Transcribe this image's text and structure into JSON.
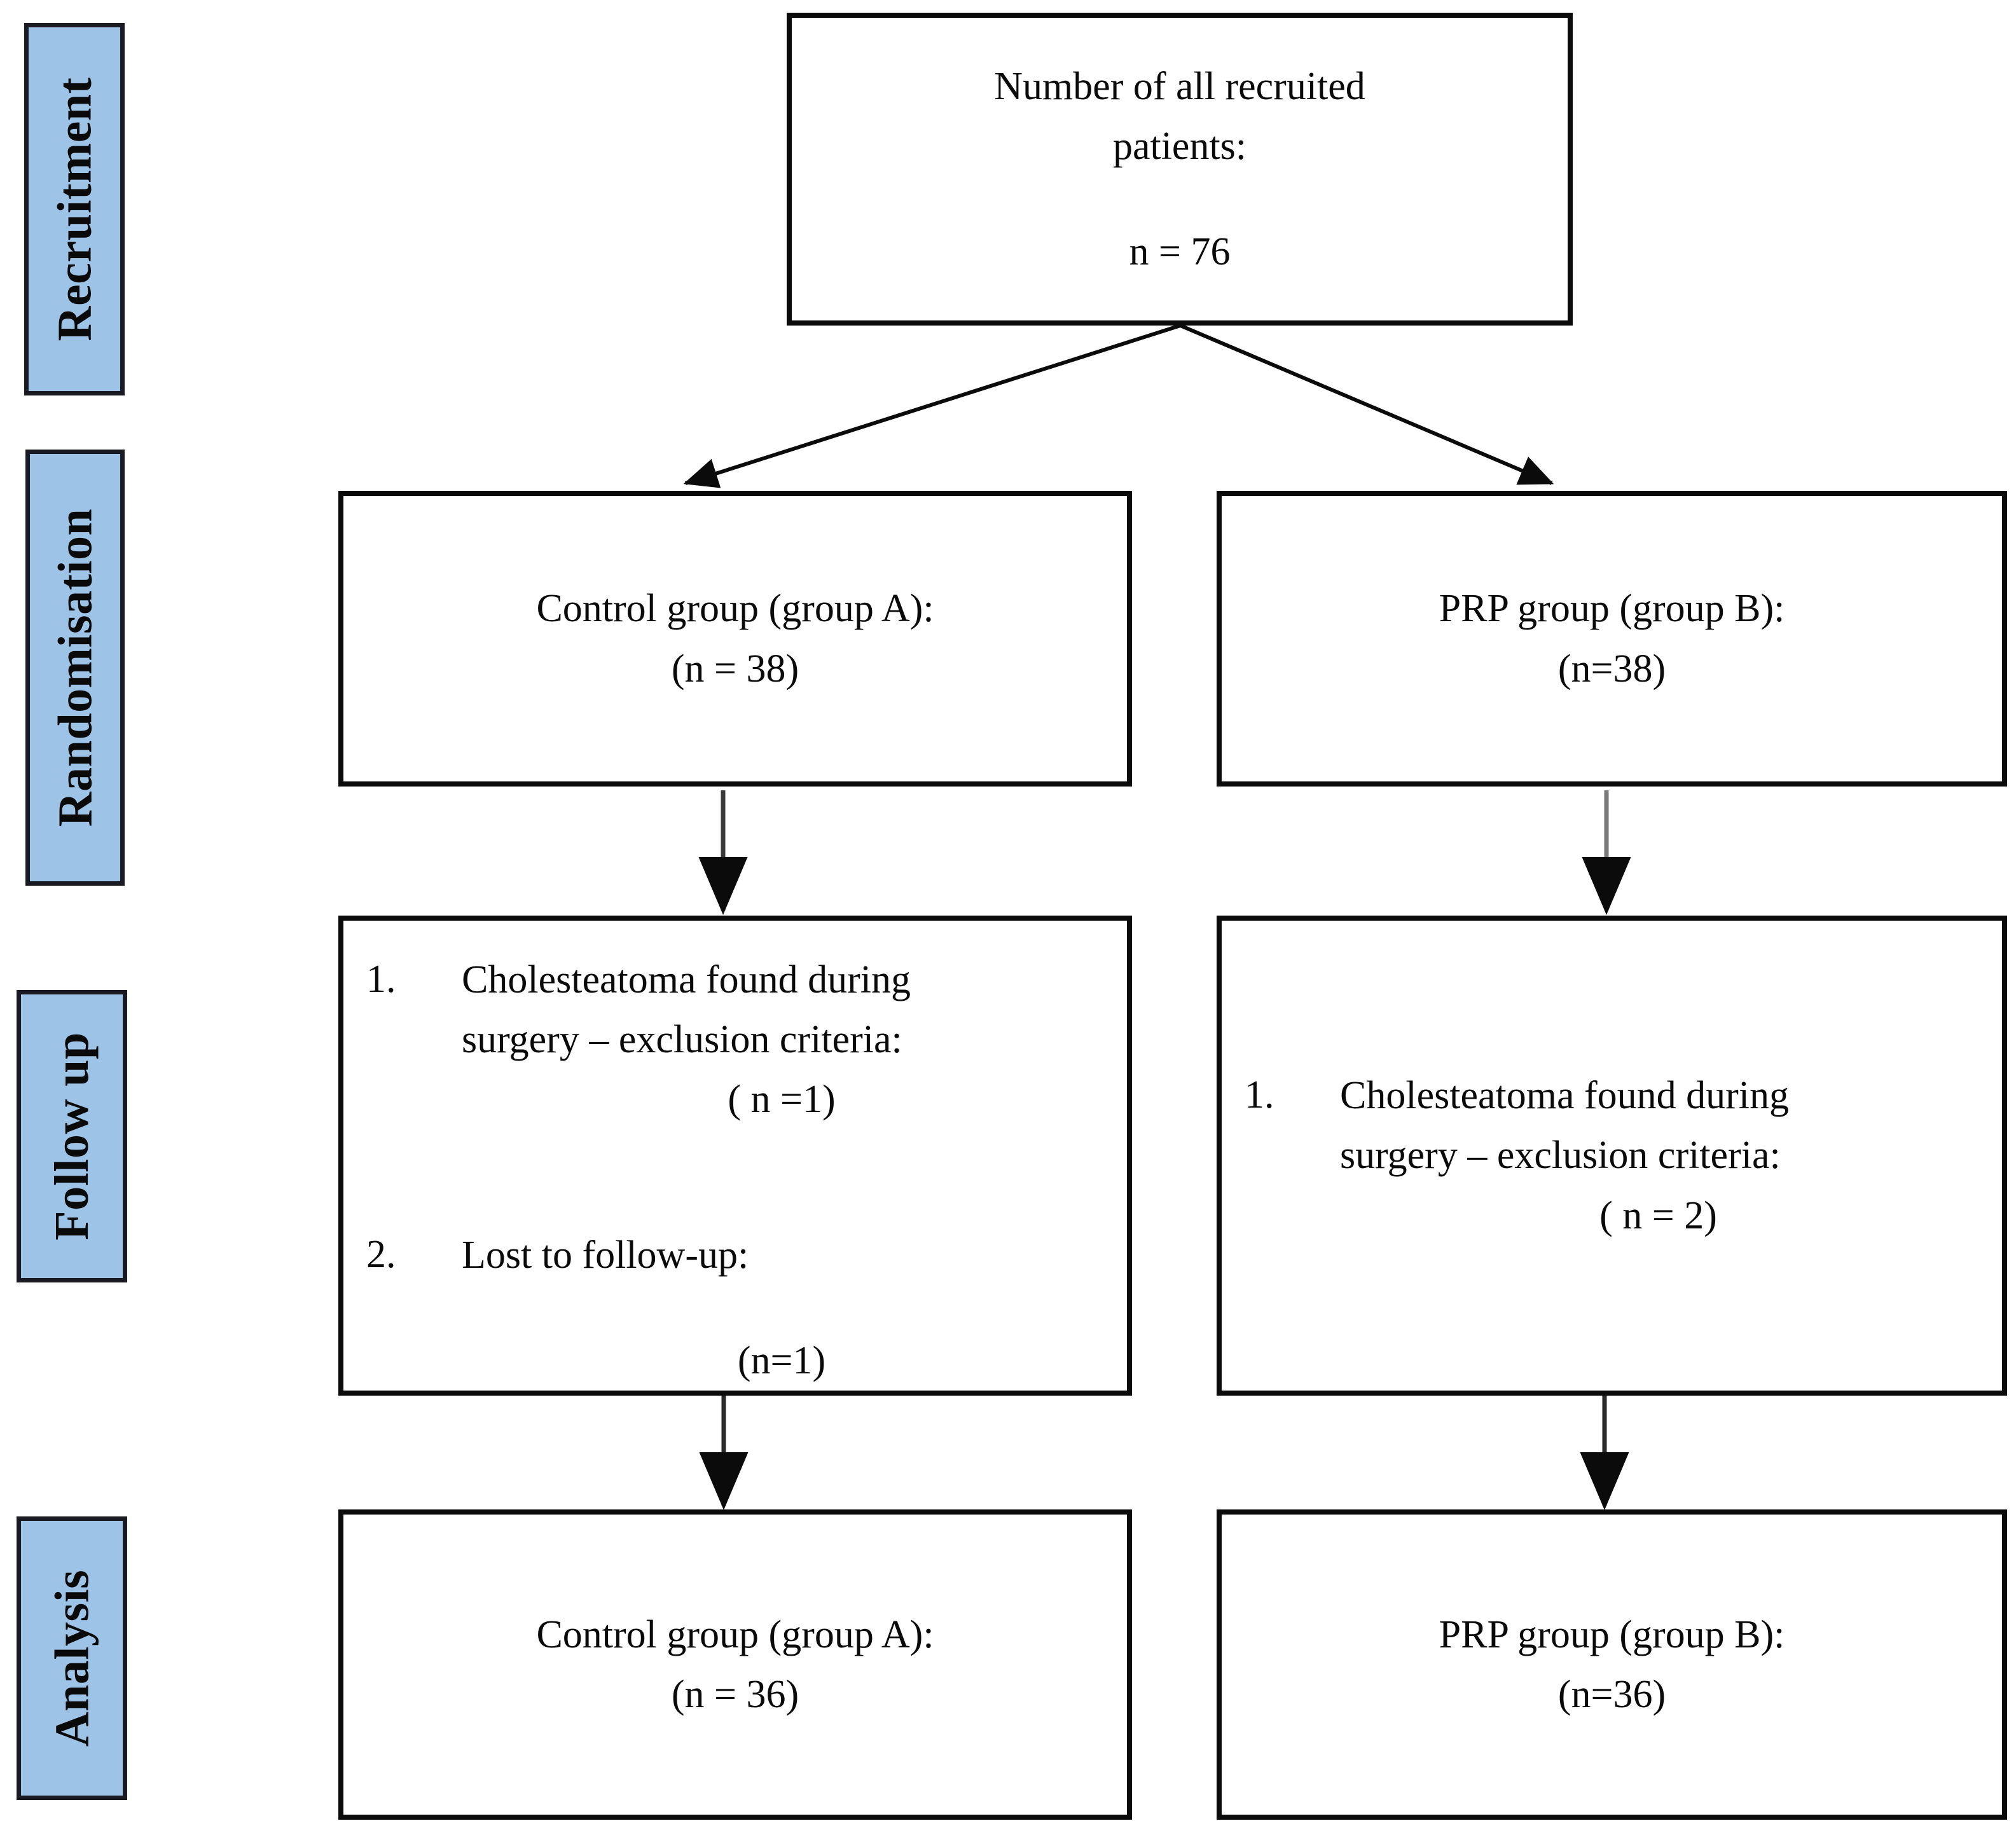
{
  "figure": {
    "type": "consort-flow-diagram",
    "accent_color": "#9DC3E6",
    "line_color": "#0b0b0b"
  },
  "stages": [
    {
      "id": "recruitment",
      "label": "Recruitment"
    },
    {
      "id": "randomisation",
      "label": "Randomisation"
    },
    {
      "id": "follow-up",
      "label": "Follow up"
    },
    {
      "id": "analysis",
      "label": "Analysis"
    }
  ],
  "boxes": {
    "recruited": {
      "line1": "Number of all recruited",
      "line2": "patients:",
      "line3": "n = 76"
    },
    "randomisation_control": {
      "line1": "Control group (group A):",
      "line2": "(n = 38)"
    },
    "randomisation_prp": {
      "line1": "PRP group (group B):",
      "line2": "(n=38)"
    },
    "followup_control": {
      "item1_marker": "1.",
      "item1_line1": "Cholesteatoma found during",
      "item1_line2": "surgery – exclusion criteria:",
      "item1_line3": "( n =1)",
      "item2_marker": "2.",
      "item2_line1": "Lost to follow-up:",
      "item2_line2": "(n=1)"
    },
    "followup_prp": {
      "item1_marker": "1.",
      "item1_line1": "Cholesteatoma found during",
      "item1_line2": "surgery – exclusion criteria:",
      "item1_line3": "( n = 2)"
    },
    "analysis_control": {
      "line1": "Control group (group A):",
      "line2": "(n = 36)"
    },
    "analysis_prp": {
      "line1": "PRP group (group B):",
      "line2": "(n=36)"
    }
  }
}
